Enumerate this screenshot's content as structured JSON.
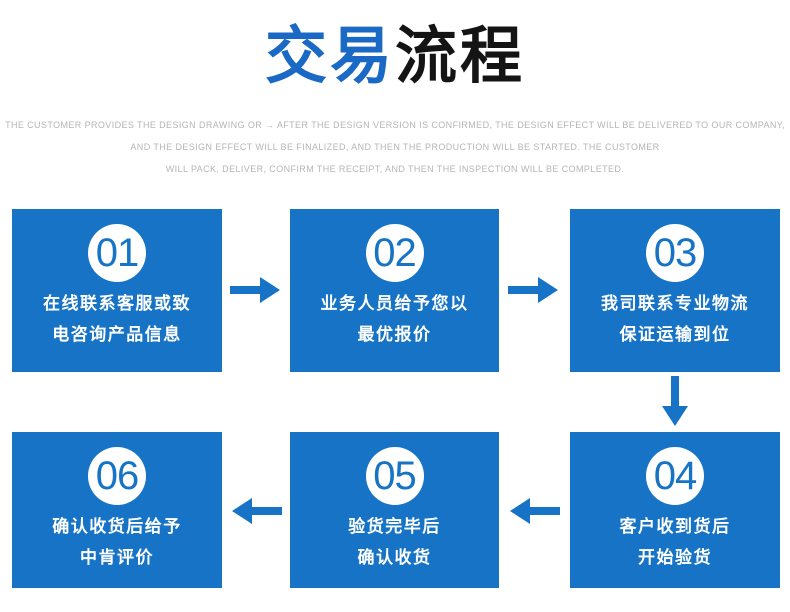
{
  "title": {
    "blue": "交易",
    "black": "流程"
  },
  "subtitle": {
    "line1": "THE CUSTOMER PROVIDES THE DESIGN DRAWING OR → AFTER THE DESIGN VERSION IS CONFIRMED, THE DESIGN EFFECT WILL BE DELIVERED TO OUR COMPANY,",
    "line2": "AND THE DESIGN EFFECT WILL BE FINALIZED, AND THEN THE PRODUCTION WILL BE STARTED. THE CUSTOMER",
    "line3": "WILL PACK, DELIVER, CONFIRM THE RECEIPT, AND THEN THE INSPECTION WILL BE COMPLETED."
  },
  "steps": [
    {
      "number": "01",
      "line1": "在线联系客服或致",
      "line2": "电咨询产品信息"
    },
    {
      "number": "02",
      "line1": "业务人员给予您以",
      "line2": "最优报价"
    },
    {
      "number": "03",
      "line1": "我司联系专业物流",
      "line2": "保证运输到位"
    },
    {
      "number": "04",
      "line1": "客户收到货后",
      "line2": "开始验货"
    },
    {
      "number": "05",
      "line1": "验货完毕后",
      "line2": "确认收货"
    },
    {
      "number": "06",
      "line1": "确认收货后给予",
      "line2": "中肯评价"
    }
  ],
  "colors": {
    "box_blue": "#1673c6",
    "title_blue": "#1a69c4",
    "title_black": "#141414",
    "subtitle_gray": "#b5b5b5",
    "arrow_blue": "#1673c6"
  }
}
